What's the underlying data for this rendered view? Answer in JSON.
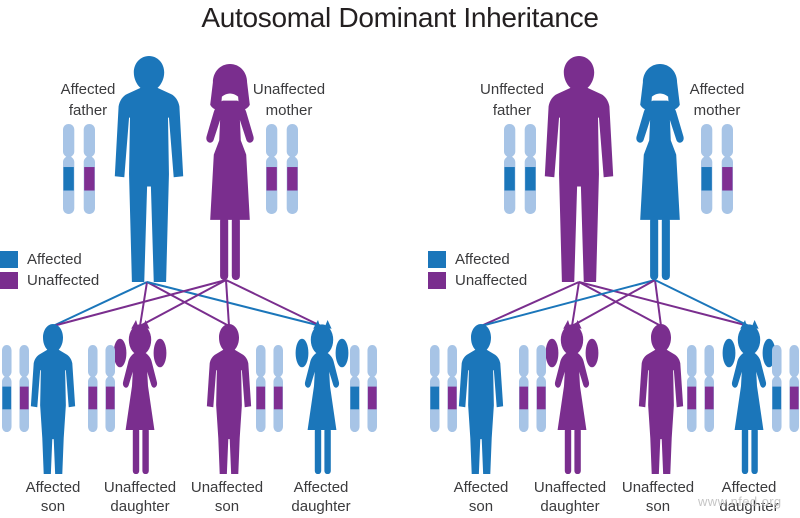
{
  "title": "Autosomal Dominant Inheritance",
  "watermark": "www.nfed.org",
  "colors": {
    "affected": "#1b76ba",
    "unaffected": "#7a2e8e",
    "band_affected": "#1b76ba",
    "band_unaffected": "#7f2f92",
    "chromosome_body": "#a7c4e6",
    "text": "#3b3b3d",
    "title_text": "#231f20",
    "watermark_text": "#c6c6c6"
  },
  "panels": [
    {
      "father": {
        "label_lines": [
          "Affected",
          "father"
        ],
        "color": "#1b76ba",
        "chromosome_bands": [
          "#1b76ba",
          "#7f2f92"
        ]
      },
      "mother": {
        "label_lines": [
          "Unaffected",
          "mother"
        ],
        "color": "#7a2e8e",
        "chromosome_bands": [
          "#7f2f92",
          "#7f2f92"
        ]
      },
      "legend": [
        {
          "label": "Affected",
          "color": "#1b76ba"
        },
        {
          "label": "Unaffected",
          "color": "#7a2e8e"
        }
      ],
      "children": [
        {
          "label_lines": [
            "Affected",
            "son"
          ],
          "color": "#1b76ba",
          "chromosome_bands": [
            "#1b76ba",
            "#7f2f92"
          ]
        },
        {
          "label_lines": [
            "Unaffected",
            "daughter"
          ],
          "color": "#7a2e8e",
          "chromosome_bands": [
            "#7f2f92",
            "#7f2f92"
          ]
        },
        {
          "label_lines": [
            "Unaffected",
            "son"
          ],
          "color": "#7a2e8e",
          "chromosome_bands": [
            "#7f2f92",
            "#7f2f92"
          ]
        },
        {
          "label_lines": [
            "Affected",
            "daughter"
          ],
          "color": "#1b76ba",
          "chromosome_bands": [
            "#1b76ba",
            "#7f2f92"
          ]
        }
      ],
      "lines": [
        {
          "parent": "father",
          "child": 0,
          "color": "#1b76ba"
        },
        {
          "parent": "father",
          "child": 1,
          "color": "#7a2e8e"
        },
        {
          "parent": "father",
          "child": 2,
          "color": "#7a2e8e"
        },
        {
          "parent": "father",
          "child": 3,
          "color": "#1b76ba"
        },
        {
          "parent": "mother",
          "child": 0,
          "color": "#7a2e8e"
        },
        {
          "parent": "mother",
          "child": 1,
          "color": "#7a2e8e"
        },
        {
          "parent": "mother",
          "child": 2,
          "color": "#7a2e8e"
        },
        {
          "parent": "mother",
          "child": 3,
          "color": "#7a2e8e"
        }
      ]
    },
    {
      "father": {
        "label_lines": [
          "Unffected",
          "father"
        ],
        "color": "#7a2e8e",
        "chromosome_bands": [
          "#1b76ba",
          "#1b76ba"
        ]
      },
      "mother": {
        "label_lines": [
          "Affected",
          "mother"
        ],
        "color": "#1b76ba",
        "chromosome_bands": [
          "#1b76ba",
          "#7f2f92"
        ]
      },
      "legend": [
        {
          "label": "Affected",
          "color": "#1b76ba"
        },
        {
          "label": "Unaffected",
          "color": "#7a2e8e"
        }
      ],
      "children": [
        {
          "label_lines": [
            "Affected",
            "son"
          ],
          "color": "#1b76ba",
          "chromosome_bands": [
            "#1b76ba",
            "#7f2f92"
          ]
        },
        {
          "label_lines": [
            "Unaffected",
            "daughter"
          ],
          "color": "#7a2e8e",
          "chromosome_bands": [
            "#7f2f92",
            "#7f2f92"
          ]
        },
        {
          "label_lines": [
            "Unaffected",
            "son"
          ],
          "color": "#7a2e8e",
          "chromosome_bands": [
            "#7f2f92",
            "#7f2f92"
          ]
        },
        {
          "label_lines": [
            "Affected",
            "daughter"
          ],
          "color": "#1b76ba",
          "chromosome_bands": [
            "#1b76ba",
            "#7f2f92"
          ]
        }
      ],
      "lines": [
        {
          "parent": "father",
          "child": 0,
          "color": "#7a2e8e"
        },
        {
          "parent": "father",
          "child": 1,
          "color": "#7a2e8e"
        },
        {
          "parent": "father",
          "child": 2,
          "color": "#7a2e8e"
        },
        {
          "parent": "father",
          "child": 3,
          "color": "#7a2e8e"
        },
        {
          "parent": "mother",
          "child": 0,
          "color": "#1b76ba"
        },
        {
          "parent": "mother",
          "child": 1,
          "color": "#7a2e8e"
        },
        {
          "parent": "mother",
          "child": 2,
          "color": "#7a2e8e"
        },
        {
          "parent": "mother",
          "child": 3,
          "color": "#1b76ba"
        }
      ]
    }
  ]
}
